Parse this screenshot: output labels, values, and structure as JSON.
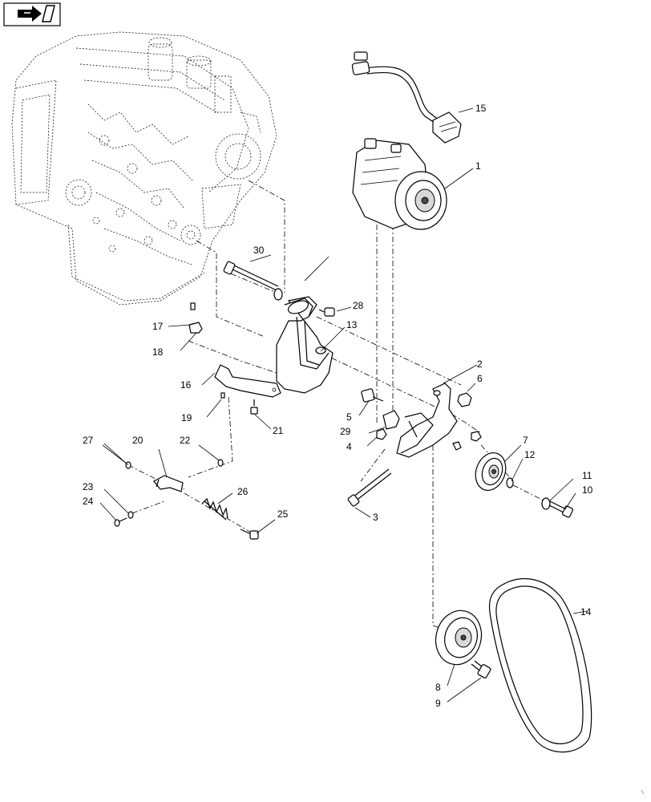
{
  "nav_icon": "arrow-right-icon",
  "callouts": {
    "c1": "1",
    "c2": "2",
    "c3": "3",
    "c4": "4",
    "c5": "5",
    "c6": "6",
    "c7": "7",
    "c8": "8",
    "c9": "9",
    "c10": "10",
    "c11": "11",
    "c12": "12",
    "c13": "13",
    "c14": "14",
    "c15": "15",
    "c16": "16",
    "c17": "17",
    "c18": "18",
    "c19": "19",
    "c20": "20",
    "c21": "21",
    "c22": "22",
    "c23": "23",
    "c24": "24",
    "c25": "25",
    "c26": "26",
    "c27": "27",
    "c28": "28",
    "c29": "29",
    "c30": "30"
  }
}
